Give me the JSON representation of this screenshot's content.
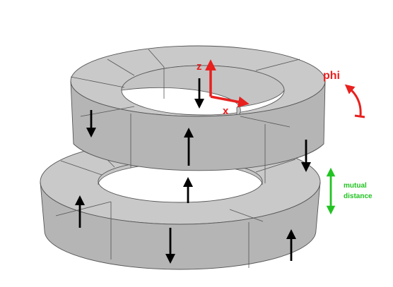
{
  "labels": {
    "z": "z",
    "x": "x",
    "phi": "phi",
    "distance_line1": "mutual",
    "distance_line2": "distance"
  },
  "colors": {
    "face_top": "#c9c9c9",
    "face_side": "#b4b4b4",
    "face_inner": "#c4c4c4",
    "edge": "#555555",
    "magnetization_arrow": "#000000",
    "axes": "#e8201e",
    "distance_arrow": "#22c322"
  },
  "rings": [
    {
      "name": "upper-ring",
      "segments": 8,
      "magnetization": [
        "down",
        "up",
        "down",
        "down"
      ]
    },
    {
      "name": "lower-ring",
      "segments": 8,
      "magnetization": [
        "up",
        "down",
        "up",
        "up"
      ]
    }
  ],
  "icons": {
    "phi_rotation": "curved-rotation-arrow",
    "distance": "double-headed-arrow"
  }
}
